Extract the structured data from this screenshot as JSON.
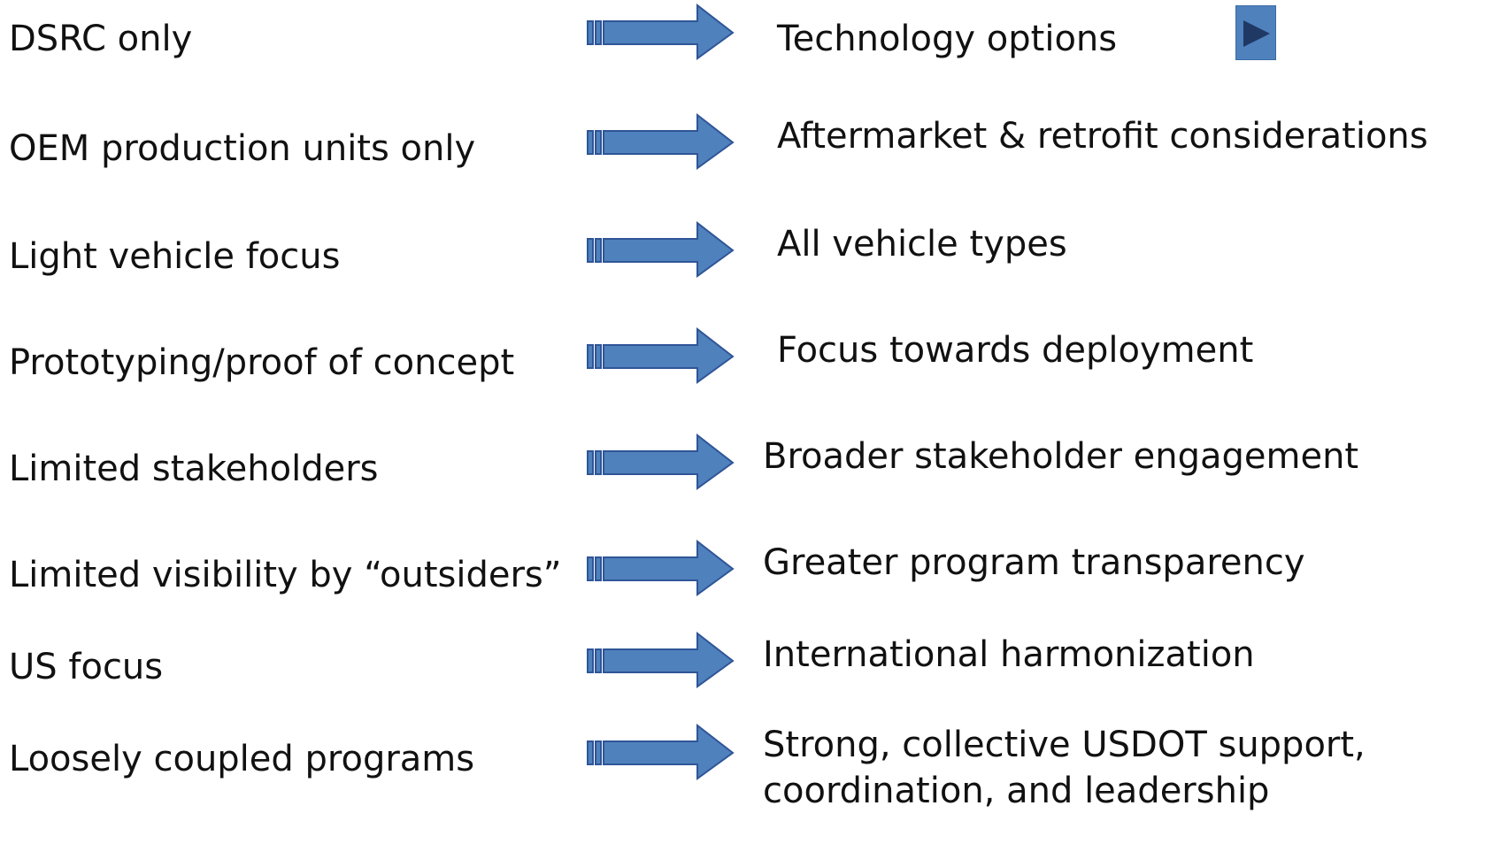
{
  "rows": [
    {
      "from": "DSRC only",
      "to": "Technology options"
    },
    {
      "from": "OEM production units only",
      "to": "Aftermarket & retrofit considerations"
    },
    {
      "from": "Light vehicle focus",
      "to": "All vehicle types"
    },
    {
      "from": "Prototyping/proof of concept",
      "to": "Focus towards deployment"
    },
    {
      "from": "Limited stakeholders",
      "to": "Broader stakeholder engagement"
    },
    {
      "from": "Limited visibility by “outsiders”",
      "to": "Greater program transparency"
    },
    {
      "from": "US focus",
      "to": "International harmonization"
    },
    {
      "from": "Loosely coupled programs",
      "to_lines": [
        "Strong, collective USDOT support,",
        "coordination, and leadership"
      ]
    }
  ],
  "colors": {
    "arrow_fill": "#4f81bd",
    "arrow_stroke": "#2f5597",
    "button_fill": "#4f81bd",
    "button_icon": "#1f3864"
  },
  "icons": {
    "play_button": "play-icon",
    "arrow": "striped-right-arrow-icon"
  }
}
